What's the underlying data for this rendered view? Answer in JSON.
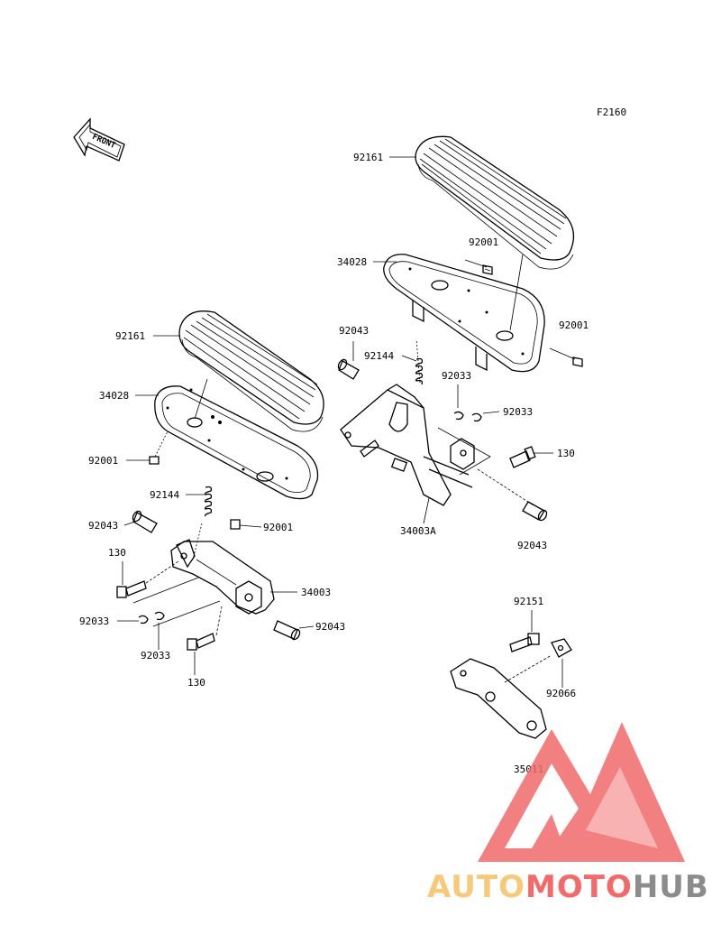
{
  "figure_code": "F2160",
  "front_arrow_label": "FRONT",
  "labels": {
    "r_92161": "92161",
    "r_34028": "34028",
    "r_92001_top": "92001",
    "r_92001_right": "92001",
    "r_92043_top": "92043",
    "r_92144": "92144",
    "r_92033_a": "92033",
    "r_92033_b": "92033",
    "r_130": "130",
    "r_34003A": "34003A",
    "r_92043_bottom": "92043",
    "l_92161": "92161",
    "l_34028": "34028",
    "l_92001_left": "92001",
    "l_92144": "92144",
    "l_92043_top": "92043",
    "l_92001_right": "92001",
    "l_130_top": "130",
    "l_34003": "34003",
    "l_92033_left": "92033",
    "l_92043_right": "92043",
    "l_92033_bottom": "92033",
    "l_130_bottom": "130",
    "b_92151": "92151",
    "b_92066": "92066",
    "b_35011": "35011"
  },
  "watermark": {
    "brand_auto": "AUTO",
    "brand_moto": "MOTO",
    "brand_hub": "HUB",
    "color_light": "#f7c97a",
    "color_red": "#f26a6a",
    "color_dark": "#8c8c8c"
  }
}
